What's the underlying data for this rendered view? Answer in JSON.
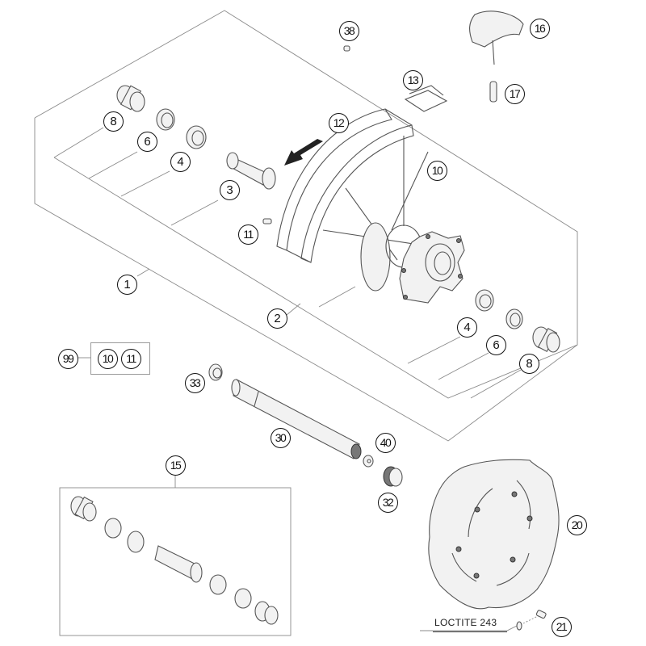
{
  "title": "Front wheel exploded parts diagram",
  "callouts": [
    {
      "id": "c1",
      "label": "1"
    },
    {
      "id": "c2",
      "label": "2"
    },
    {
      "id": "c3",
      "label": "3"
    },
    {
      "id": "c4a",
      "label": "4"
    },
    {
      "id": "c4b",
      "label": "4"
    },
    {
      "id": "c6a",
      "label": "6"
    },
    {
      "id": "c6b",
      "label": "6"
    },
    {
      "id": "c8a",
      "label": "8"
    },
    {
      "id": "c8b",
      "label": "8"
    },
    {
      "id": "c10",
      "label": "10"
    },
    {
      "id": "c11",
      "label": "11"
    },
    {
      "id": "c12",
      "label": "12"
    },
    {
      "id": "c13",
      "label": "13"
    },
    {
      "id": "c15",
      "label": "15"
    },
    {
      "id": "c16",
      "label": "16"
    },
    {
      "id": "c17",
      "label": "17"
    },
    {
      "id": "c20",
      "label": "20"
    },
    {
      "id": "c21",
      "label": "21"
    },
    {
      "id": "c30",
      "label": "30"
    },
    {
      "id": "c32",
      "label": "32"
    },
    {
      "id": "c33",
      "label": "33"
    },
    {
      "id": "c38",
      "label": "38"
    },
    {
      "id": "c40",
      "label": "40"
    }
  ],
  "spoke_kit": {
    "ref": "99",
    "contents": [
      "10",
      "11"
    ]
  },
  "notes": {
    "loctite": "LOCTITE 243"
  }
}
